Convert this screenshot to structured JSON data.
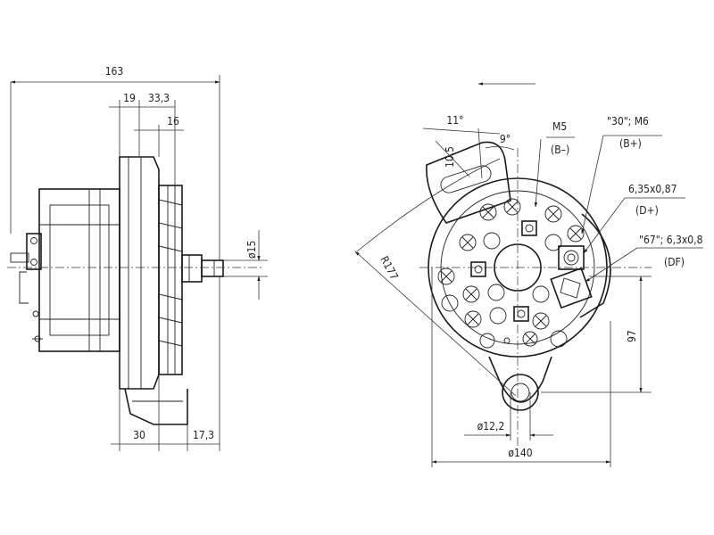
{
  "side_view": {
    "dims": {
      "overall_length": "163",
      "d19": "19",
      "d33": "33,3",
      "d16": "16",
      "shaft_dia": "ø15",
      "d30": "30",
      "d17": "17,3"
    }
  },
  "front_view": {
    "dims": {
      "angle_11": "11°",
      "d10_5": "10,5",
      "angle_9": "9°",
      "radius": "R177",
      "height_97": "97",
      "hole_dia": "ø12,2",
      "width_140": "ø140"
    },
    "terminals": {
      "m5": "M5",
      "b_minus": "(B–)",
      "t30": "\"30\"; M6",
      "b_plus": "(B+)",
      "t635": "6,35x0,87",
      "d_plus": "(D+)",
      "t67": "\"67\"; 6,3x0,8",
      "df": "(DF)"
    }
  }
}
